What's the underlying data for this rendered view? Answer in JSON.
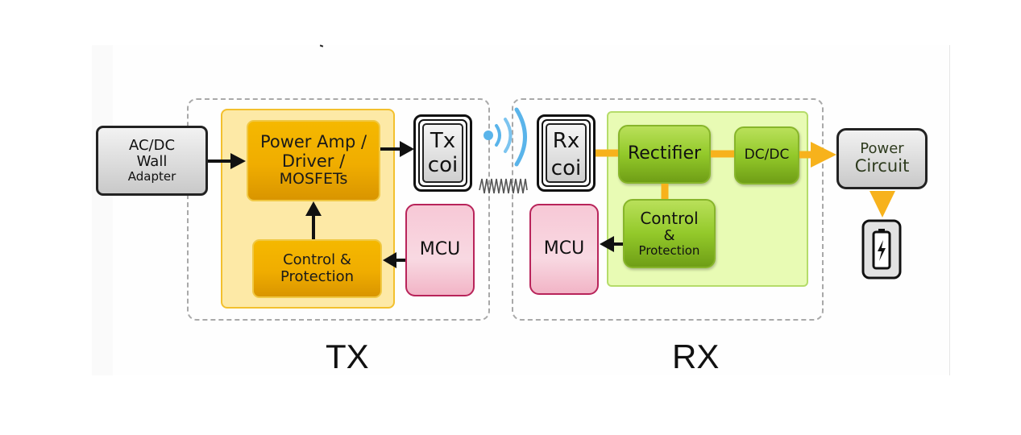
{
  "diagram": {
    "sections": {
      "tx_label": "TX",
      "rx_label": "RX"
    },
    "external": {
      "adapter": [
        "AC/DC",
        "Wall",
        "Adapter"
      ],
      "power_circuit": [
        "Power",
        "Circuit"
      ],
      "battery_icon": "battery-charging-icon"
    },
    "tx": {
      "power_amp": [
        "Power Amp /",
        "Driver /",
        "MOSFETs"
      ],
      "control": [
        "Control &",
        "Protection"
      ],
      "mcu": "MCU",
      "coil": [
        "Tx",
        "coi"
      ]
    },
    "rx": {
      "coil": [
        "Rx",
        "coi"
      ],
      "rectifier": "Rectifier",
      "dcdc": "DC/DC",
      "control": [
        "Control",
        "&",
        "Protection"
      ],
      "mcu": "MCU"
    },
    "link": {
      "wireless_icon": "wireless-signal-icon",
      "spring_icon": "coil-spring-icon"
    },
    "colors": {
      "power_flow": "#f7b21c",
      "signal_arrow": "#111111",
      "wireless": "#5ab4ea"
    }
  }
}
